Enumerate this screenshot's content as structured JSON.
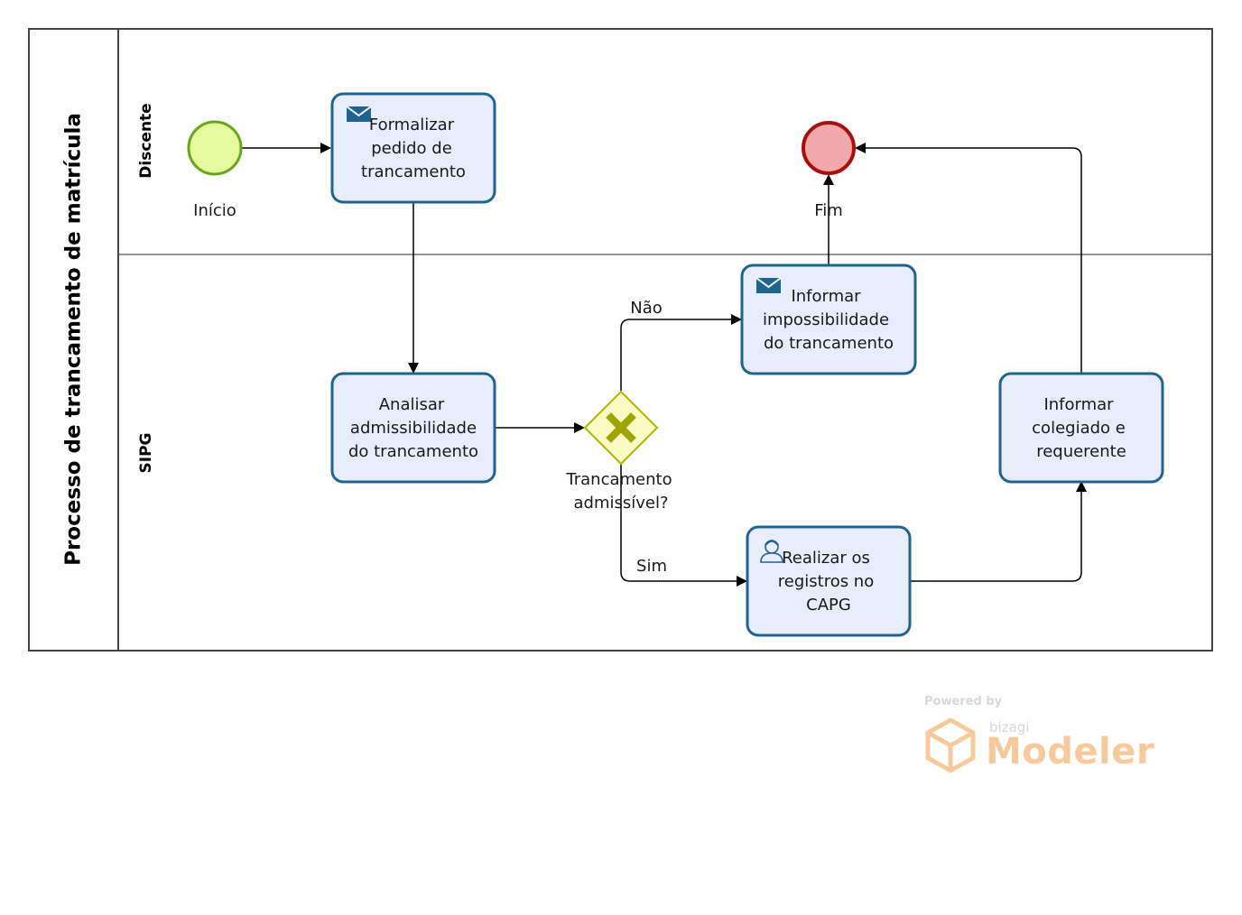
{
  "pool": {
    "title": "Processo de trancamento de matrícula",
    "lanes": [
      {
        "label": "Discente"
      },
      {
        "label": "SIPG"
      }
    ]
  },
  "events": {
    "start": {
      "label": "Início"
    },
    "end": {
      "label": "Fim"
    }
  },
  "tasks": [
    {
      "lines": [
        "Formalizar",
        "pedido de",
        "trancamento"
      ],
      "icon": "envelope-icon"
    },
    {
      "lines": [
        "Analisar",
        "admissibilidade",
        "do trancamento"
      ],
      "icon": ""
    },
    {
      "lines": [
        "Informar",
        "impossibilidade",
        "do trancamento"
      ],
      "icon": "envelope-icon"
    },
    {
      "lines": [
        "Realizar os",
        "registros no",
        "CAPG"
      ],
      "icon": "user-icon"
    },
    {
      "lines": [
        "Informar",
        "colegiado e",
        "requerente"
      ],
      "icon": ""
    }
  ],
  "gateway": {
    "lines": [
      "Trancamento",
      "admissível?"
    ],
    "type": "exclusive"
  },
  "flows": {
    "no_label": "Não",
    "yes_label": "Sim"
  },
  "colors": {
    "task_fill": "#e8edfb",
    "task_stroke": "#1f6391",
    "start_fill": "#e6fb9e",
    "start_stroke": "#69a61c",
    "end_fill": "#f0a8a8",
    "end_stroke": "#a81010",
    "gateway_fill": "#fbfbc4",
    "gateway_stroke": "#b3b300",
    "gateway_mark": "#a3a300"
  },
  "watermark": {
    "powered": "Powered by",
    "brand": "bizagi",
    "product": "Modeler"
  }
}
